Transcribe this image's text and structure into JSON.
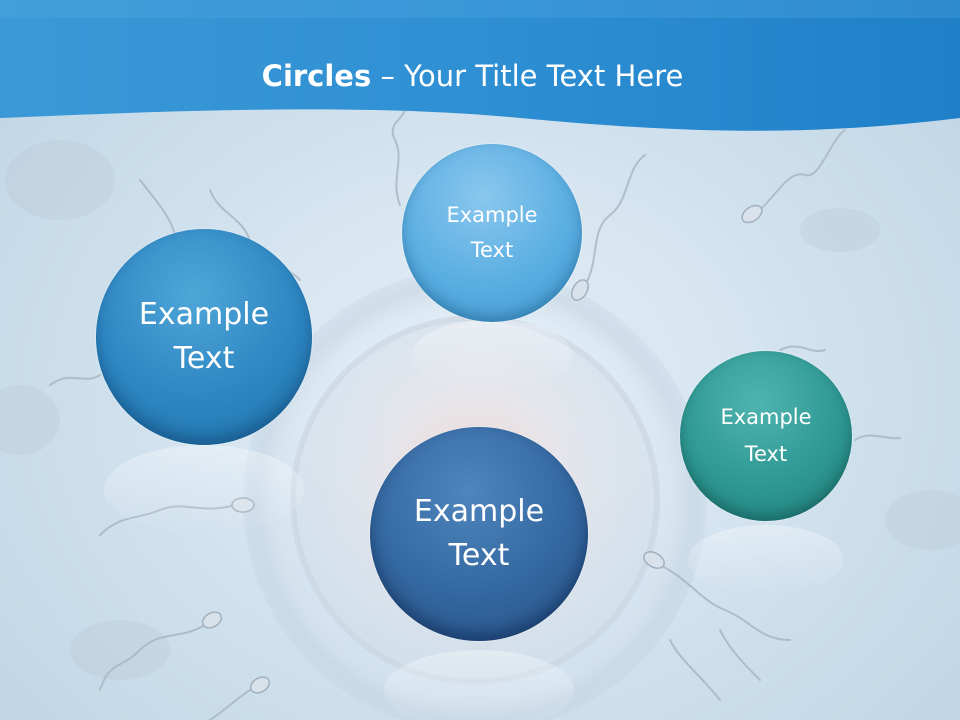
{
  "slide": {
    "title_bold": "Circles",
    "title_rest": " – Your Title Text Here"
  },
  "circles": {
    "left": {
      "line1": "Example",
      "line2": "Text",
      "color": "#2d86c2"
    },
    "top": {
      "line1": "Example",
      "line2": "Text",
      "color": "#5aaee2"
    },
    "right": {
      "line1": "Example",
      "line2": "Text",
      "color": "#2f9893"
    },
    "center": {
      "line1": "Example",
      "line2": "Text",
      "color": "#33679f"
    }
  },
  "theme": {
    "header_color": "#2e8fd3",
    "background_color": "#d3e3ef"
  }
}
